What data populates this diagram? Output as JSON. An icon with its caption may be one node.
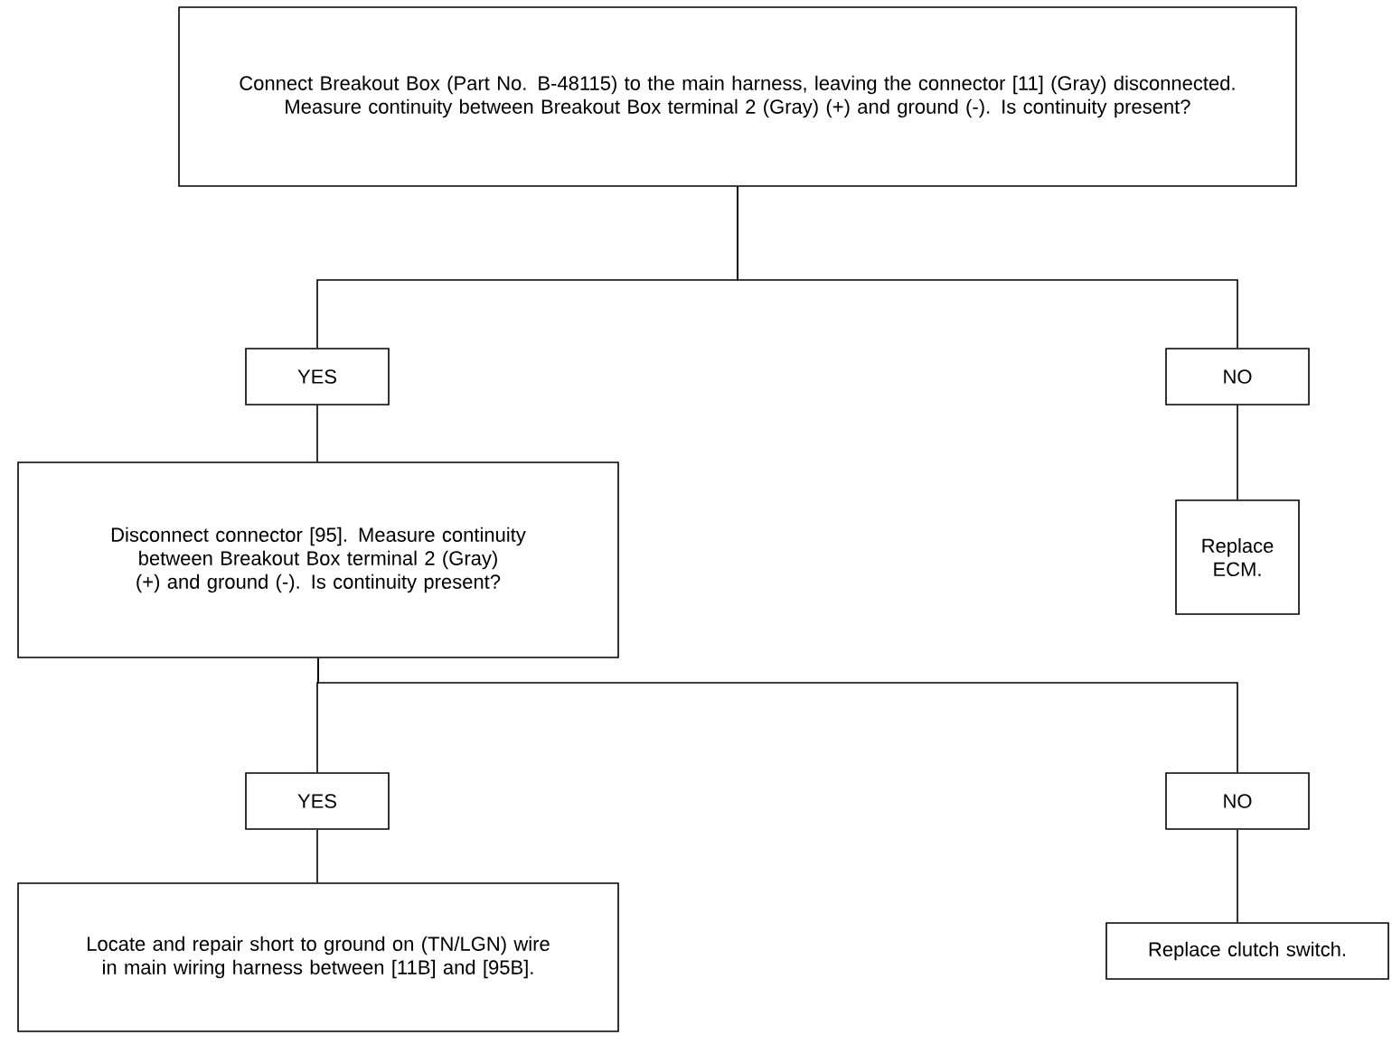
{
  "diagram": {
    "nodes": [
      {
        "text": [
          "Connect Breakout Box (Part No. B-48115) to the main harness, leaving the connector [11] (Gray) disconnected. Measure continuity between Breakout Box terminal 2 (Gray) (+) and ground (-). Is continuity present?"
        ]
      },
      {
        "text": [
          "YES"
        ]
      },
      {
        "text": [
          "NO"
        ]
      },
      {
        "text": [
          "Disconnect connector [95]. Measure continuity between Breakout Box terminal 2 (Gray) (+) and ground (-). Is continuity present?"
        ]
      },
      {
        "text": [
          "Replace ECM."
        ]
      },
      {
        "text": [
          "YES"
        ]
      },
      {
        "text": [
          "NO"
        ]
      },
      {
        "text": [
          "Locate and repair short to ground on (TN/LGN) wire in main wiring harness between [11B] and [95B]."
        ]
      },
      {
        "text": [
          "Replace clutch switch."
        ]
      }
    ],
    "edges": [
      {
        "from": 0,
        "to": 1,
        "arrow": "none"
      },
      {
        "from": 0,
        "to": 2,
        "arrow": "none"
      },
      {
        "from": 1,
        "to": 3,
        "arrow": "none"
      },
      {
        "from": 2,
        "to": 4,
        "arrow": "none"
      },
      {
        "from": 3,
        "to": 5,
        "arrow": "none"
      },
      {
        "from": 3,
        "to": 6,
        "arrow": "none"
      },
      {
        "from": 5,
        "to": 7,
        "arrow": "none"
      },
      {
        "from": 6,
        "to": 8,
        "arrow": "none"
      }
    ]
  }
}
